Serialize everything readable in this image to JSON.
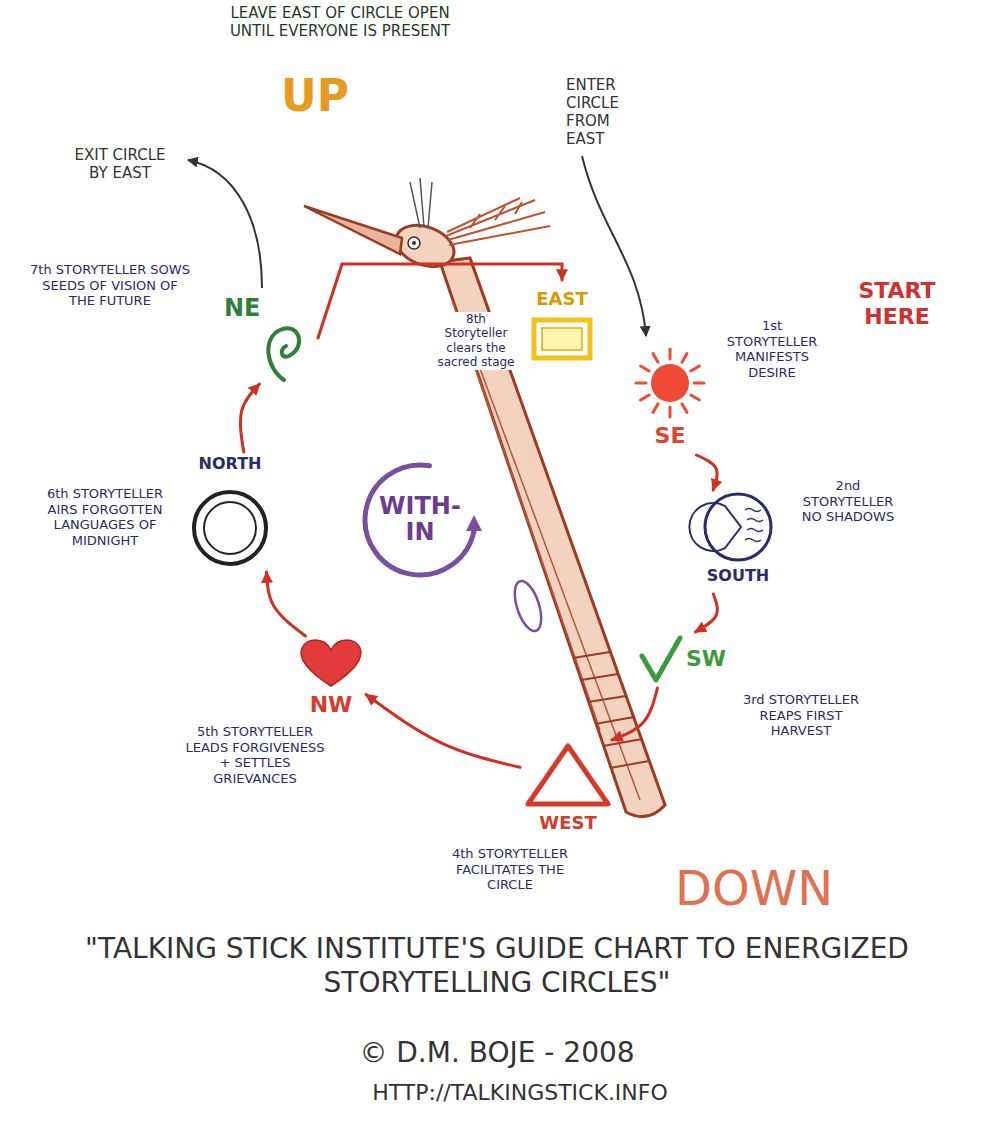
{
  "diagram": {
    "caption": "\"TALKING STICK INSTITUTE'S GUIDE CHART TO ENERGIZED STORYTELLING CIRCLES\"",
    "nodes": [
      {
        "text": [
          "SE",
          "1st STORYTELLER MANIFESTS DESIRE"
        ]
      },
      {
        "text": [
          "SOUTH",
          "2nd STORYTELLER NO SHADOWS"
        ]
      },
      {
        "text": [
          "SW",
          "3rd STORYTELLER REAPS FIRST HARVEST"
        ]
      },
      {
        "text": [
          "WEST",
          "4th STORYTELLER FACILITATES THE CIRCLE"
        ]
      },
      {
        "text": [
          "NW",
          "5th STORYTELLER LEADS FORGIVENESS + SETTLES GRIEVANCES"
        ]
      },
      {
        "text": [
          "NORTH",
          "6th STORYTELLER AIRS FORGOTTEN LANGUAGES OF MIDNIGHT"
        ]
      },
      {
        "text": [
          "NE",
          "7th STORYTELLER SOWS SEEDS OF VISION OF THE FUTURE"
        ]
      },
      {
        "text": [
          "EAST",
          "8th Storyteller clears the sacred stage"
        ]
      },
      {
        "text": [
          "WITH-IN"
        ]
      }
    ],
    "edges": [
      {
        "from": 0,
        "to": 1,
        "arrow": "to"
      },
      {
        "from": 1,
        "to": 2,
        "arrow": "to"
      },
      {
        "from": 2,
        "to": 3,
        "arrow": "to"
      },
      {
        "from": 3,
        "to": 4,
        "arrow": "to"
      },
      {
        "from": 4,
        "to": 5,
        "arrow": "to"
      },
      {
        "from": 5,
        "to": 6,
        "arrow": "to"
      },
      {
        "from": 6,
        "to": 7,
        "arrow": "to"
      }
    ],
    "labels": [
      "LEAVE EAST OF CIRCLE OPEN UNTIL EVERYONE IS PRESENT",
      "UP",
      "ENTER CIRCLE FROM EAST",
      "START HERE",
      "EXIT CIRCLE BY EAST",
      "DOWN",
      "© D.M. BOJE - 2008",
      "HTTP://TALKINGSTICK.INFO"
    ]
  }
}
